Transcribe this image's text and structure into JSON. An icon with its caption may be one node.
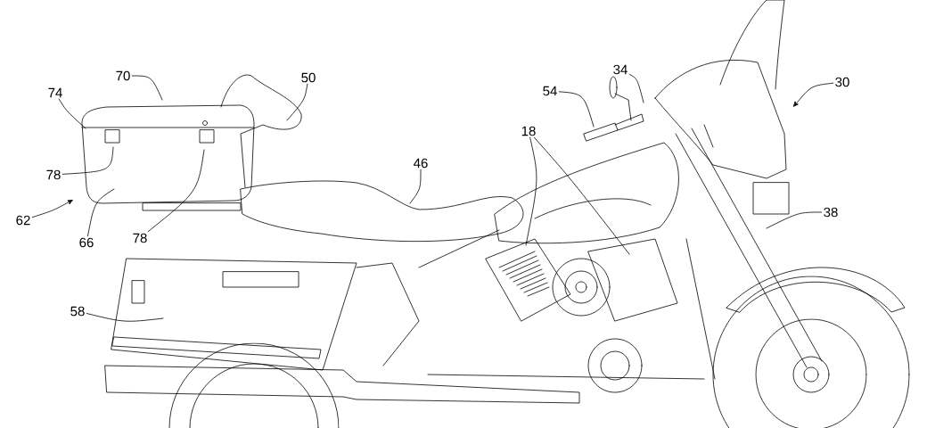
{
  "diagram": {
    "nodes": [
      {
        "text": [
          "70"
        ]
      },
      {
        "text": [
          "50"
        ]
      },
      {
        "text": [
          "74"
        ]
      },
      {
        "text": [
          "78"
        ]
      },
      {
        "text": [
          "62"
        ]
      },
      {
        "text": [
          "66"
        ]
      },
      {
        "text": [
          "78"
        ]
      },
      {
        "text": [
          "54"
        ]
      },
      {
        "text": [
          "34"
        ]
      },
      {
        "text": [
          "30"
        ]
      },
      {
        "text": [
          "18"
        ]
      },
      {
        "text": [
          "46"
        ]
      },
      {
        "text": [
          "38"
        ]
      },
      {
        "text": [
          "58"
        ]
      }
    ],
    "edges": [
      {
        "from": 0,
        "to": null,
        "arrow": "none"
      },
      {
        "from": 1,
        "to": null,
        "arrow": "none"
      },
      {
        "from": 2,
        "to": null,
        "arrow": "none"
      },
      {
        "from": 3,
        "to": null,
        "arrow": "none"
      },
      {
        "from": 4,
        "to": null,
        "arrow": "to"
      },
      {
        "from": 5,
        "to": null,
        "arrow": "none"
      },
      {
        "from": 6,
        "to": null,
        "arrow": "none"
      },
      {
        "from": 7,
        "to": null,
        "arrow": "none"
      },
      {
        "from": 8,
        "to": null,
        "arrow": "none"
      },
      {
        "from": 9,
        "to": null,
        "arrow": "to"
      },
      {
        "from": 10,
        "to": null,
        "arrow": "none"
      },
      {
        "from": 10,
        "to": null,
        "arrow": "none"
      },
      {
        "from": 11,
        "to": null,
        "arrow": "none"
      },
      {
        "from": 12,
        "to": null,
        "arrow": "none"
      },
      {
        "from": 13,
        "to": null,
        "arrow": "none"
      }
    ]
  }
}
